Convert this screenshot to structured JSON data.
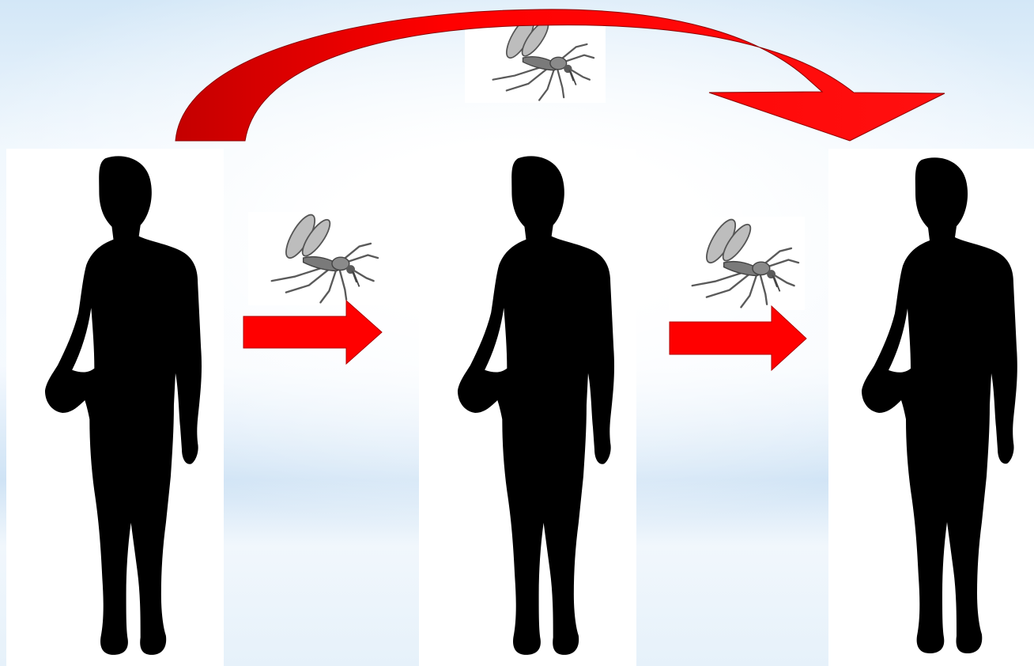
{
  "diagram": {
    "people": [
      {
        "id": "person-1",
        "icon": "human-silhouette-icon"
      },
      {
        "id": "person-2",
        "icon": "human-silhouette-icon"
      },
      {
        "id": "person-3",
        "icon": "human-silhouette-icon"
      }
    ],
    "vectors": [
      {
        "id": "mosquito-top",
        "icon": "mosquito-icon",
        "from": "person-1",
        "to": "person-3"
      },
      {
        "id": "mosquito-left",
        "icon": "mosquito-icon",
        "from": "person-1",
        "to": "person-2"
      },
      {
        "id": "mosquito-right",
        "icon": "mosquito-icon",
        "from": "person-2",
        "to": "person-3"
      }
    ],
    "colors": {
      "arrow": "#ff0000",
      "arrow_dark": "#c40000",
      "silhouette": "#000000",
      "mosquito": "#8a8a8a",
      "background": "#e6f1fa",
      "panel": "#ffffff"
    }
  }
}
